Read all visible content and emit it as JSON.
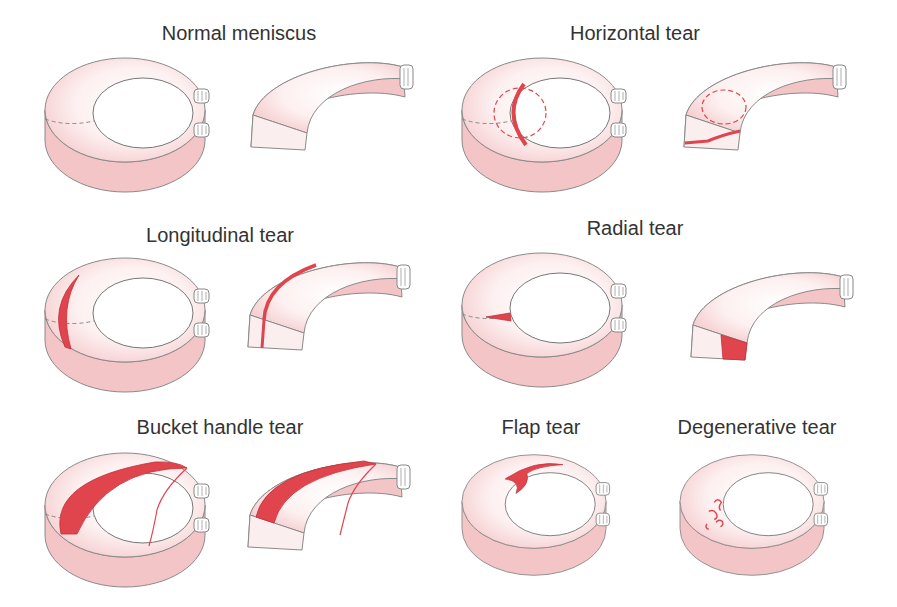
{
  "diagram": {
    "labels": [
      "Normal meniscus",
      "Horizontal tear",
      "Longitudinal tear",
      "Radial tear",
      "Bucket handle tear",
      "Flap tear",
      "Degenerative tear"
    ]
  }
}
